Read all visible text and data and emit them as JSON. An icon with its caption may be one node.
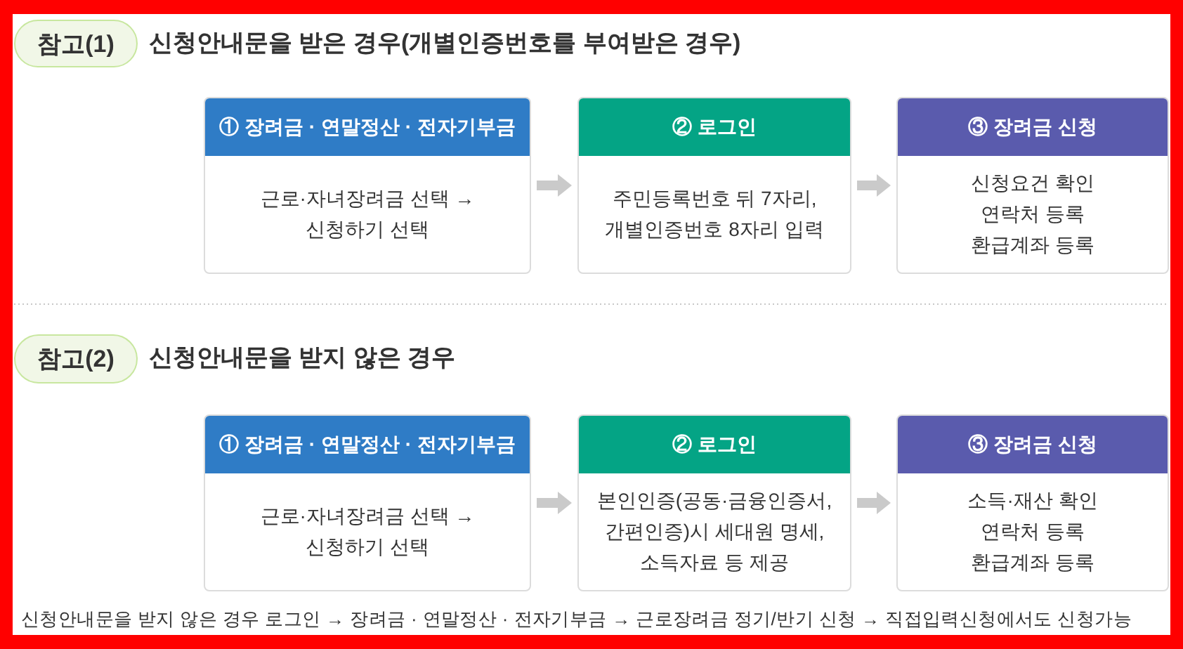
{
  "diagram": {
    "nodes": [
      {
        "text": [
          "참고(1)"
        ],
        "beside": [
          "신청안내문을 받은 경우(개별인증번호를 부여받은 경우)"
        ]
      },
      {
        "text": [
          "① 장려금 · 연말정산 · 전자기부금",
          "근로·자녀장려금 선택 → 신청하기 선택"
        ]
      },
      {
        "text": [
          "② 로그인",
          "주민등록번호 뒤 7자리, 개별인증번호 8자리 입력"
        ]
      },
      {
        "text": [
          "③ 장려금 신청",
          "신청요건 확인",
          "연락처 등록",
          "환급계좌 등록"
        ]
      },
      {
        "text": [
          "참고(2)"
        ],
        "beside": [
          "신청안내문을 받지 않은 경우"
        ]
      },
      {
        "text": [
          "① 장려금 · 연말정산 · 전자기부금",
          "근로·자녀장려금 선택 → 신청하기 선택"
        ]
      },
      {
        "text": [
          "② 로그인",
          "본인인증(공동·금융인증서, 간편인증)시 세대원 명세, 소득자료 등 제공"
        ]
      },
      {
        "text": [
          "③ 장려금 신청",
          "소득·재산 확인",
          "연락처 등록",
          "환급계좌 등록"
        ]
      }
    ],
    "edges": [
      {
        "from": 1,
        "to": 2,
        "arrow": "to"
      },
      {
        "from": 2,
        "to": 3,
        "arrow": "to"
      },
      {
        "from": 5,
        "to": 6,
        "arrow": "to"
      },
      {
        "from": 6,
        "to": 7,
        "arrow": "to"
      }
    ],
    "labels": [
      "신청안내문을 받지 않은 경우 로그인 → 장려금 · 연말정산 · 전자기부금 → 근로장려금 정기/반기 신청 → 직접입력신청에서도 신청가능"
    ]
  }
}
